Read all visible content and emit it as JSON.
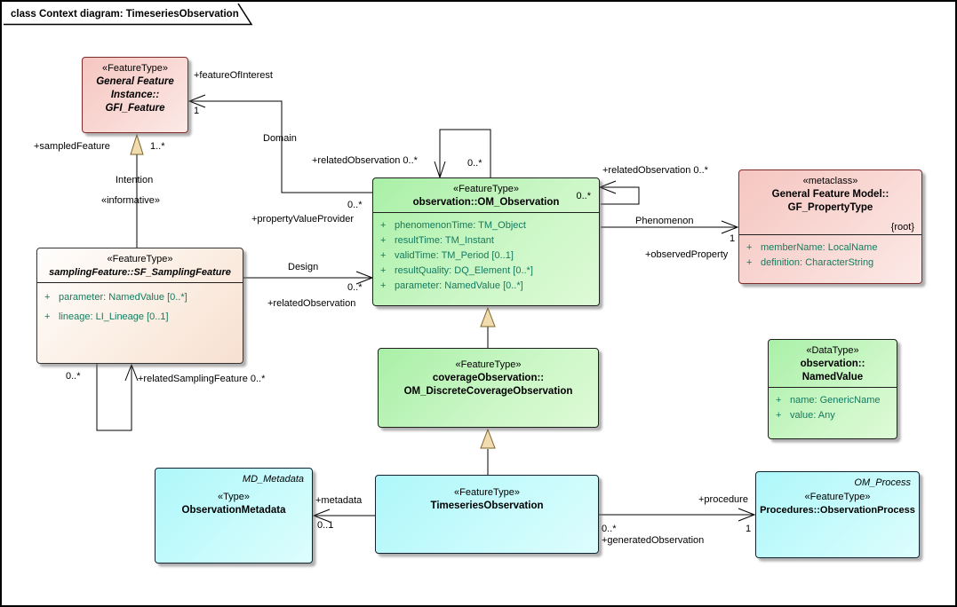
{
  "diagram": {
    "title": "class Context diagram: TimeseriesObservation",
    "colors": {
      "feature_green": "#a9f0a7",
      "metaclass_pink": "#f5c6c1",
      "instance_cyan": "#aef7fa",
      "sampling_cream": "#f9e8da",
      "attribute_text": "#157a5e",
      "generalization_fill": "#f0dcae"
    }
  },
  "classes": {
    "gfi_feature": {
      "stereotype": "«FeatureType»",
      "name_line1": "General Feature",
      "name_line2": "Instance::",
      "name_line3": "GFI_Feature"
    },
    "sf_sampling_feature": {
      "stereotype": "«FeatureType»",
      "name": "samplingFeature::SF_SamplingFeature",
      "attributes": [
        {
          "vis": "+",
          "text": "parameter: NamedValue [0..*]"
        },
        {
          "vis": "+",
          "text": "lineage: LI_Lineage [0..1]"
        }
      ]
    },
    "om_observation": {
      "stereotype": "«FeatureType»",
      "name": "observation::OM_Observation",
      "corner_multiplicity": "0..*",
      "attributes": [
        {
          "vis": "+",
          "text": "phenomenonTime: TM_Object"
        },
        {
          "vis": "+",
          "text": "resultTime: TM_Instant"
        },
        {
          "vis": "+",
          "text": "validTime: TM_Period [0..1]"
        },
        {
          "vis": "+",
          "text": "resultQuality: DQ_Element [0..*]"
        },
        {
          "vis": "+",
          "text": "parameter: NamedValue [0..*]"
        }
      ]
    },
    "gf_property_type": {
      "stereotype": "«metaclass»",
      "name_line1": "General Feature Model::",
      "name_line2": "GF_PropertyType",
      "tag": "{root}",
      "attributes": [
        {
          "vis": "+",
          "text": "memberName: LocalName"
        },
        {
          "vis": "+",
          "text": "definition: CharacterString"
        }
      ]
    },
    "om_discrete_coverage_observation": {
      "stereotype": "«FeatureType»",
      "name_line1": "coverageObservation::",
      "name_line2": "OM_DiscreteCoverageObservation"
    },
    "named_value": {
      "stereotype": "«DataType»",
      "name_line1": "observation::",
      "name_line2": "NamedValue",
      "attributes": [
        {
          "vis": "+",
          "text": "name: GenericName"
        },
        {
          "vis": "+",
          "text": "value: Any"
        }
      ]
    },
    "timeseries_observation": {
      "stereotype": "«FeatureType»",
      "name": "TimeseriesObservation"
    },
    "observation_metadata": {
      "corner": "MD_Metadata",
      "stereotype": "«Type»",
      "name": "ObservationMetadata"
    },
    "observation_process": {
      "corner": "OM_Process",
      "stereotype": "«FeatureType»",
      "name": "Procedures::ObservationProcess"
    }
  },
  "connector_labels": {
    "feature_of_interest_role": "+featureOfInterest",
    "feature_of_interest_mult": "1",
    "domain_name": "Domain",
    "property_value_provider_mult": "0..*",
    "property_value_provider_role": "+propertyValueProvider",
    "sampled_feature_role": "+sampledFeature",
    "sampled_feature_mult": "1..*",
    "intention_name": "Intention",
    "intention_stereotype": "«informative»",
    "design_name": "Design",
    "design_mult": "0..*",
    "design_role": "+relatedObservation",
    "related_sampling_source_mult": "0..*",
    "related_sampling_role": "+relatedSamplingFeature 0..*",
    "related_observation_top_role": "+relatedObservation 0..*",
    "related_observation_top_mult": "0..*",
    "related_observation_right_role": "+relatedObservation 0..*",
    "phenomenon_name": "Phenomenon",
    "observed_property_mult": "1",
    "observed_property_role": "+observedProperty",
    "metadata_role": "+metadata",
    "metadata_mult": "0..1",
    "procedure_role": "+procedure",
    "procedure_mult": "1",
    "generated_observation_mult": "0..*",
    "generated_observation_role": "+generatedObservation"
  }
}
